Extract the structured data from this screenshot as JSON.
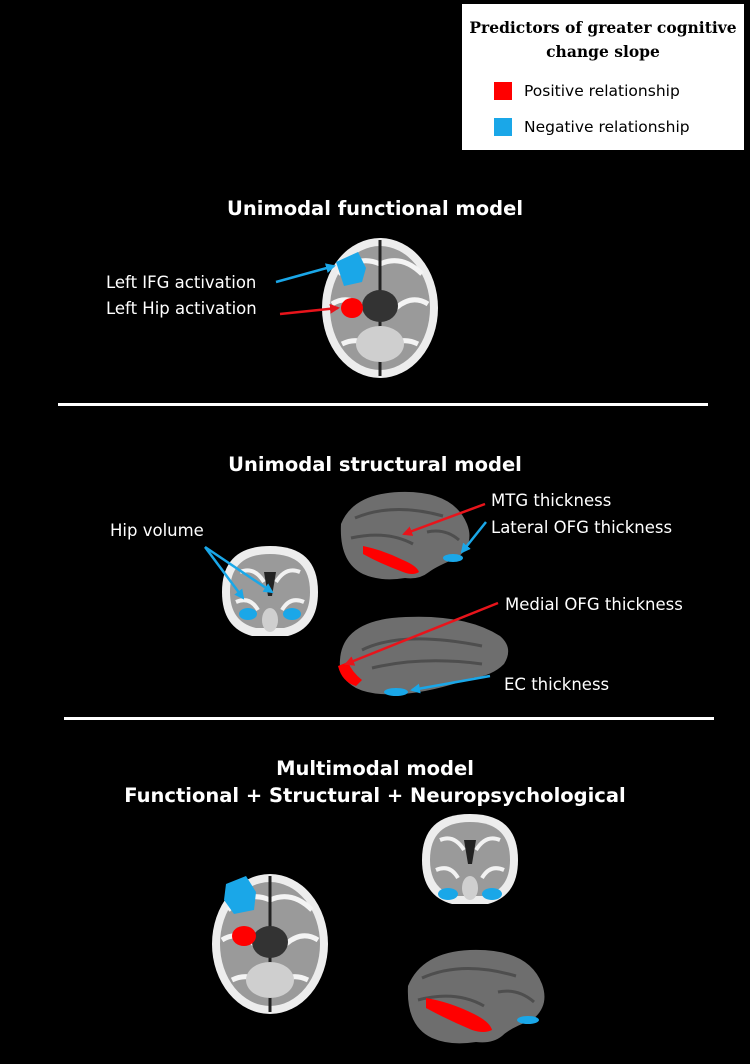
{
  "legend": {
    "title_line1": "Predictors of greater cognitive",
    "title_line2": "change slope",
    "items": [
      {
        "label": "Positive relationship",
        "color": "#ff0000"
      },
      {
        "label": "Negative relationship",
        "color": "#1aa7e8"
      }
    ]
  },
  "sections": {
    "functional": {
      "title": "Unimodal functional model",
      "labels": {
        "ifg": "Left IFG activation",
        "hip": "Left Hip activation"
      }
    },
    "structural": {
      "title": "Unimodal structural model",
      "labels": {
        "hip_volume": "Hip volume",
        "mtg": "MTG thickness",
        "lateral_ofg": "Lateral OFG  thickness",
        "medial_ofg": "Medial OFG thickness",
        "ec": "EC thickness"
      }
    },
    "multimodal": {
      "title_line1": "Multimodal model",
      "title_line2": "Functional + Structural + Neuropsychological"
    }
  },
  "colors": {
    "positive": "#ff0000",
    "negative": "#1aa7e8",
    "arrow_red": "#e8141b",
    "arrow_blue": "#1aa7e8"
  }
}
